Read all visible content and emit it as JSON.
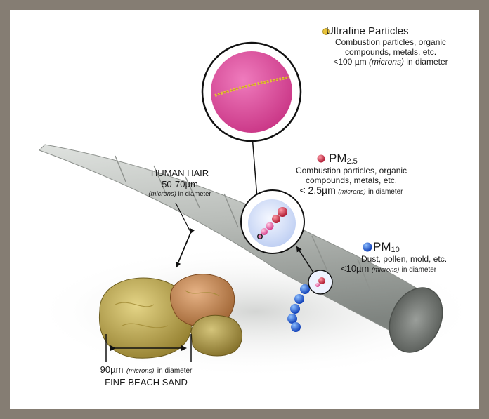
{
  "ultrafine": {
    "title": "Ultrafine Particles",
    "line1": "Combustion particles, organic",
    "line2": "compounds, metals, etc.",
    "size": "<100 µm",
    "microns": "(microns)",
    "suffix": "in diameter"
  },
  "pm25": {
    "prefix": "PM",
    "subscript": "2.5",
    "line1": "Combustion particles, organic",
    "line2": "compounds, metals, etc.",
    "size": "< 2.5µm",
    "microns": "(microns)",
    "suffix": "in diameter"
  },
  "pm10": {
    "prefix": "PM",
    "subscript": "10",
    "line1": "Dust, pollen, mold, etc.",
    "size": "<10µm",
    "microns": "(microns)",
    "suffix": "in diameter"
  },
  "hair": {
    "title": "HUMAN HAIR",
    "size": "50-70µm",
    "microns": "(microns)",
    "suffix": "in diameter"
  },
  "sand": {
    "size": "90µm",
    "microns": "(microns)",
    "suffix": "in diameter",
    "title": "FINE BEACH SAND"
  },
  "colors": {
    "frame": "#857d73",
    "ultrafine_disc": "#e04f9c",
    "ultrafine_chain": "#e8c23a",
    "pm25_particle": "#c6304a",
    "pm10_particle": "#1e64d8",
    "hair": "#b9bdb9"
  }
}
